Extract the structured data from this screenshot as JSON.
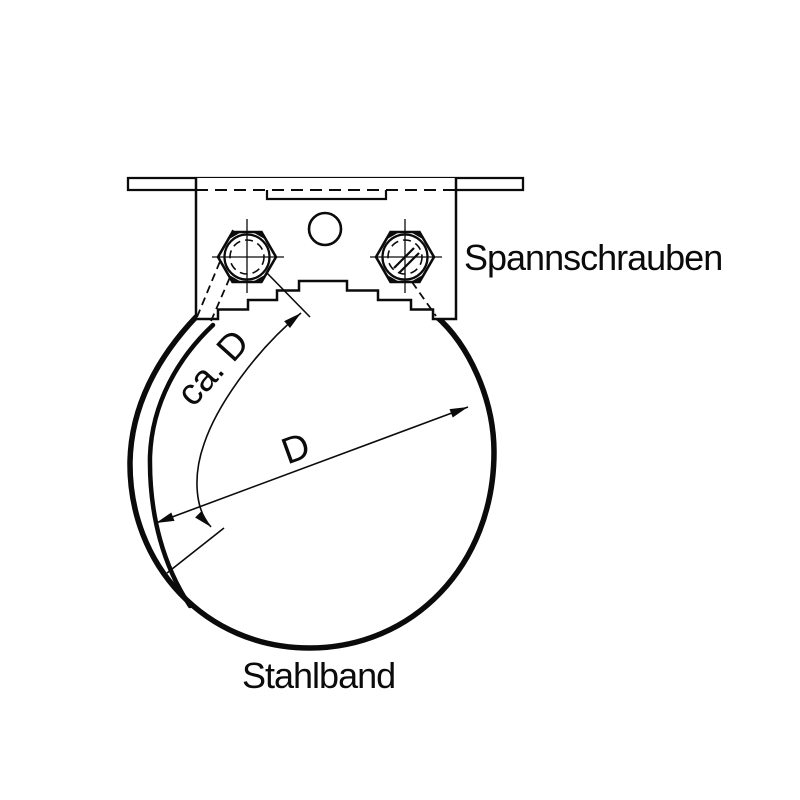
{
  "labels": {
    "tension_screws": "Spannschrauben",
    "steel_band": "Stahlband",
    "diameter": "D",
    "approx_diameter": "ca. D"
  },
  "colors": {
    "line": "#0b0b0b",
    "background": "#ffffff"
  }
}
